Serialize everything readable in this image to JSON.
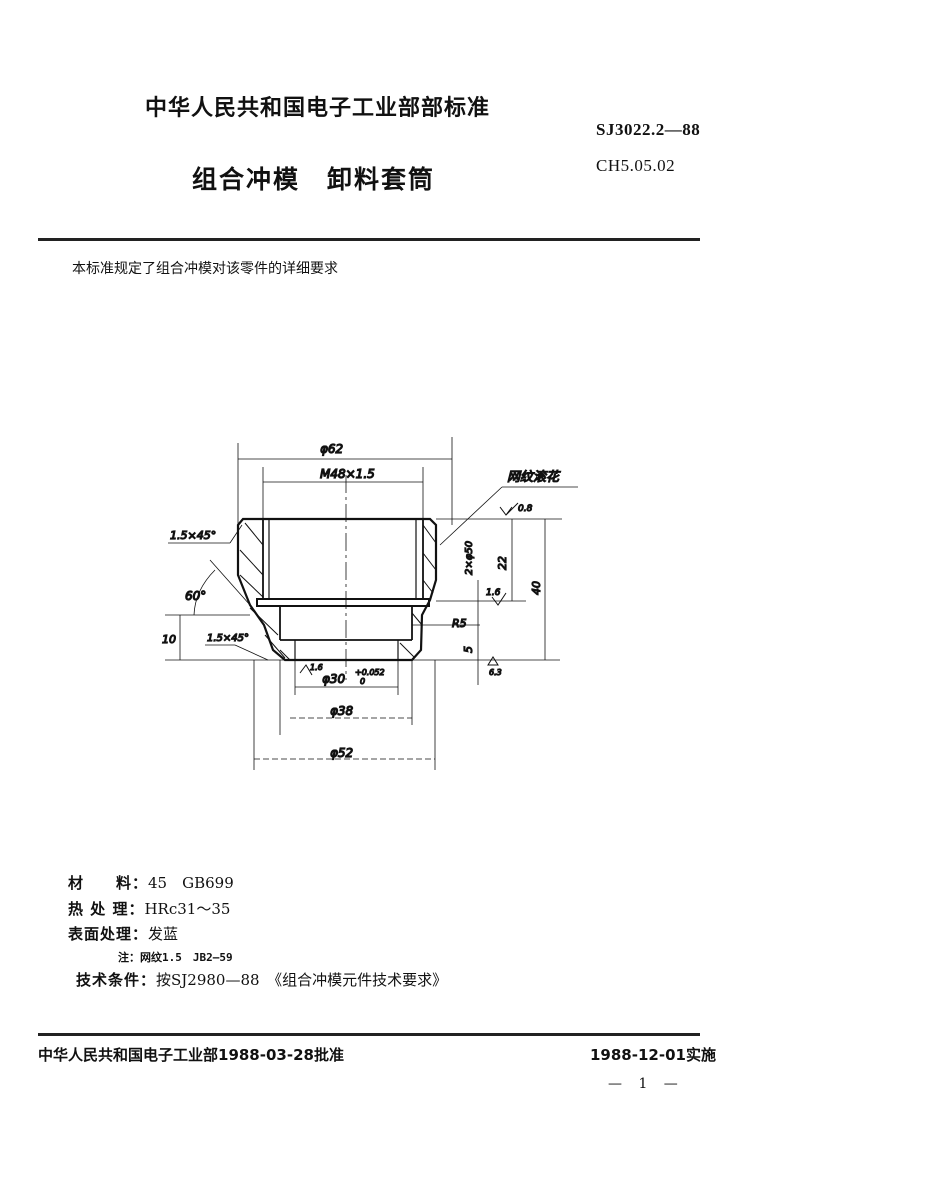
{
  "header": {
    "organization": "中华人民共和国电子工业部部标准",
    "standard_code": "SJ3022.2—88",
    "classification_code": "CH5.05.02",
    "title": "组合冲模　卸料套筒"
  },
  "intro": "本标准规定了组合冲模对该零件的详细要求",
  "drawing": {
    "dim_outer_dia": "φ62",
    "dim_thread": "M48×1.5",
    "knurl_label": "网纹滚花",
    "roughness_top": "0.8",
    "chamfer_top": "1.5×45°",
    "angle": "60°",
    "dim_10": "10",
    "chamfer_bottom": "1.5×45°",
    "groove": "2×φ50",
    "dim_22": "22",
    "dim_40": "40",
    "roughness_mid": "1.6",
    "radius": "R5",
    "dim_5": "5",
    "roughness_bottom": "6.3",
    "roughness_bore": "1.6",
    "bore_dia": "φ30",
    "bore_tol_upper": "+0.052",
    "bore_tol_lower": "0",
    "dim_38": "φ38",
    "dim_52": "φ52"
  },
  "specs": [
    {
      "label": "材　　料：",
      "value": "45　GB699"
    },
    {
      "label": "热 处 理：",
      "value": "HRc31～35"
    },
    {
      "label": "表面处理：",
      "value": "发蓝"
    }
  ],
  "note": "注：网纹1.5　JB2—59",
  "tech": {
    "label": "技术条件：",
    "value": "按SJ2980—88　《组合冲模元件技术要求》"
  },
  "footer": {
    "approval": "中华人民共和国电子工业部1988-03-28批准",
    "effective": "1988-12-01实施",
    "page": "— 1 —"
  }
}
